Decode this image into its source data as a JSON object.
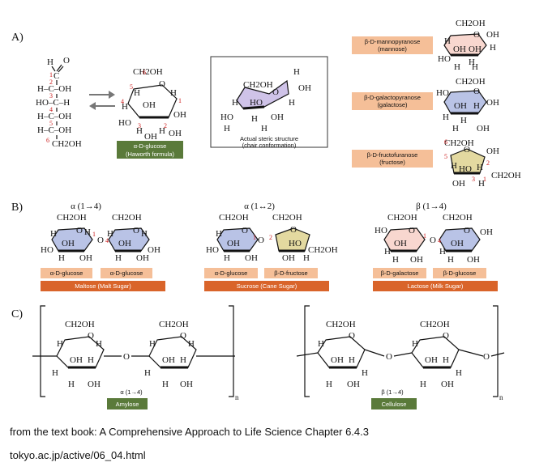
{
  "panel_labels": {
    "a": "A)",
    "b": "B)",
    "c": "C)"
  },
  "panel_a": {
    "fischer": {
      "aldehyde_h": "H",
      "aldehyde_o": "O",
      "rows": [
        "H–C–OH",
        "HO–C–H",
        "H–C–OH",
        "H–C–OH"
      ],
      "bottom": "CH2OH",
      "carbon_numbers": [
        "1",
        "2",
        "3",
        "4",
        "5",
        "6"
      ]
    },
    "haworth_top": "CH2OH",
    "haworth_label": "α-D-glucose",
    "haworth_sublabel": "(Haworth formula)",
    "chair_caption_1": "Actual steric structure",
    "chair_caption_2": "(chair conformation)",
    "pyranoses": [
      {
        "name": "β-D-mannopyranose",
        "common": "(mannose)"
      },
      {
        "name": "β-D-galactopyranose",
        "common": "(galactose)"
      },
      {
        "name": "β-D-fructofuranose",
        "common": "(fructose)"
      }
    ],
    "atoms": {
      "ch2oh": "CH2OH",
      "oh": "OH",
      "ho": "HO",
      "h": "H",
      "o": "O"
    }
  },
  "panel_b": {
    "disaccharides": [
      {
        "linkage": "α (1→4)",
        "unit1": "α-D-glucose",
        "unit2": "α-D-glucose",
        "name": "Maltose (Malt Sugar)"
      },
      {
        "linkage": "α (1↔2)",
        "unit1": "α-D-glucose",
        "unit2": "β-D-fructose",
        "name": "Sucrose (Cane Sugar)"
      },
      {
        "linkage": "β (1→4)",
        "unit1": "β-D-galactose",
        "unit2": "β-D-glucose",
        "name": "Lactose (Milk Sugar)"
      }
    ]
  },
  "panel_c": {
    "polymers": [
      {
        "linkage": "α (1→4)",
        "name": "Amylose"
      },
      {
        "linkage": "β (1→4)",
        "name": "Cellulose"
      }
    ],
    "repeat_subscript": "n"
  },
  "colors": {
    "blue_ring": "#b9c3e6",
    "pink_ring": "#f8d7cf",
    "gold_ring": "#e3d9a0",
    "chair_fill": "#cfc3e8",
    "peach_label": "#f5bf98",
    "orange_label": "#d9642a",
    "green_label": "#5a7a3a",
    "red_number": "#cc1d1d"
  },
  "captions": {
    "source_line": "from the text book: A Comprehensive Approach to Life Science Chapter 6.4.3",
    "url_line": "tokyo.ac.jp/active/06_04.html"
  }
}
